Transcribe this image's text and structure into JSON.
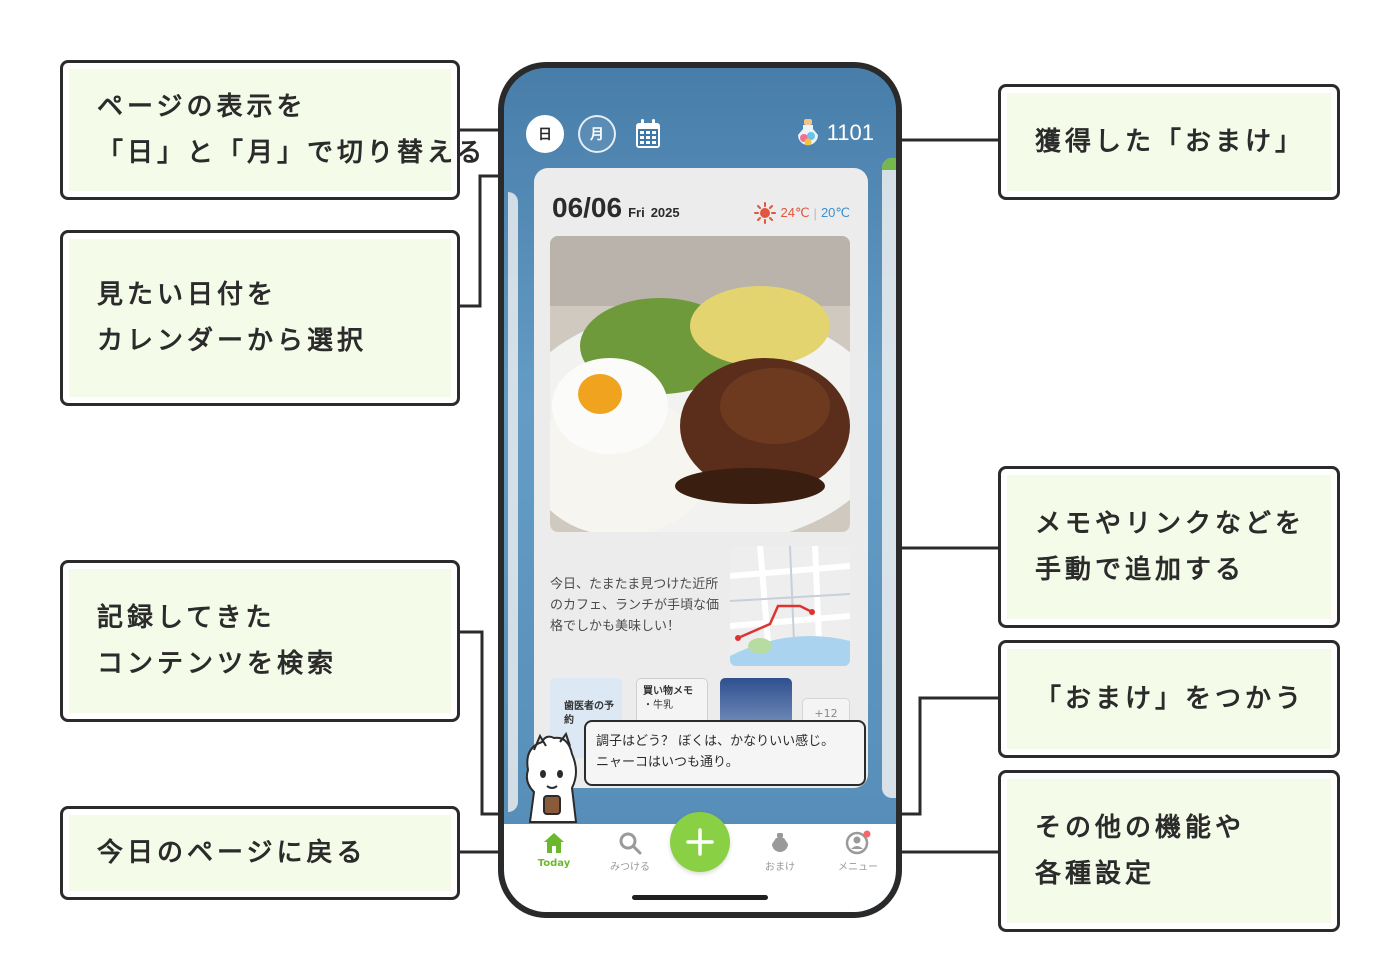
{
  "callouts": {
    "view_toggle": {
      "line1": "ページの表示を",
      "line2": "「日」と「月」で切り替える"
    },
    "calendar": {
      "line1": "見たい日付を",
      "line2": "カレンダーから選択"
    },
    "search": {
      "line1": "記録してきた",
      "line2": "コンテンツを検索"
    },
    "today": {
      "line1": "今日のページに戻る"
    },
    "omake_earned": {
      "line1": "獲得した「おまけ」"
    },
    "add_manual": {
      "line1": "メモやリンクなどを",
      "line2": "手動で追加する"
    },
    "use_omake": {
      "line1": "「おまけ」をつかう"
    },
    "menu": {
      "line1": "その他の機能や",
      "line2": "各種設定"
    }
  },
  "phone": {
    "mode_day": "日",
    "mode_month": "月",
    "omake_count": "1101",
    "date_main": "06/06",
    "date_day": "Fri",
    "date_year": "2025",
    "temp_high": "24℃",
    "temp_low": "20℃",
    "memo_text": "今日、たまたま見つけた近所のカフェ、ランチが手頃な価格でしかも美味しい！",
    "thumb_dentist": "歯医者の予約",
    "thumb_shopping_title": "買い物メモ",
    "thumb_shopping_item": "・牛乳",
    "more_count": "+12",
    "bubble_line1": "調子はどう？ ぼくは、かなりいい感じ。",
    "bubble_line2": "ニャーコはいつも通り。",
    "tabs": {
      "today": "Today",
      "search": "みつける",
      "omake": "おまけ",
      "menu": "メニュー"
    }
  },
  "colors": {
    "accent_green": "#8ad044",
    "callout_fill": "#f4fbe9",
    "temp_high": "#e0563e",
    "temp_low": "#3c8fd0"
  },
  "icons": [
    "calendar-icon",
    "potion-icon",
    "sun-icon",
    "home-icon",
    "search-icon",
    "plus-icon",
    "omake-icon",
    "user-icon"
  ]
}
